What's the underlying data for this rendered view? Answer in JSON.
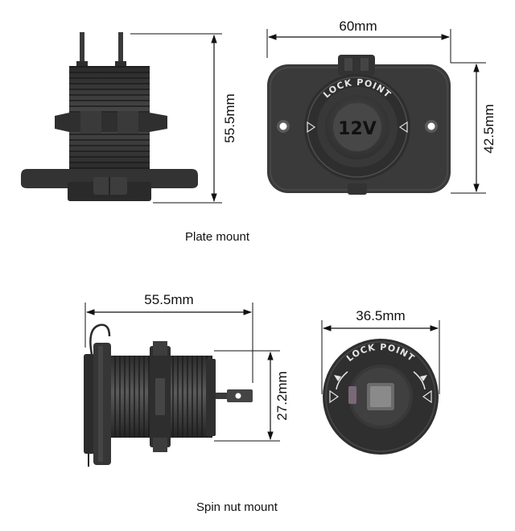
{
  "captions": {
    "plate_mount": "Plate mount",
    "spin_nut_mount": "Spin nut mount"
  },
  "dimensions": {
    "plate_side_height": "55.5mm",
    "plate_front_width": "60mm",
    "plate_front_height": "42.5mm",
    "spin_side_length": "55.5mm",
    "spin_side_diameter": "27.2mm",
    "spin_front_diameter": "36.5mm"
  },
  "markings": {
    "voltage": "12V",
    "ring_text": "LOCK POINT"
  },
  "colors": {
    "body": "#3c3c3c",
    "body_dark": "#262626",
    "body_light": "#555555",
    "line": "#111111"
  }
}
